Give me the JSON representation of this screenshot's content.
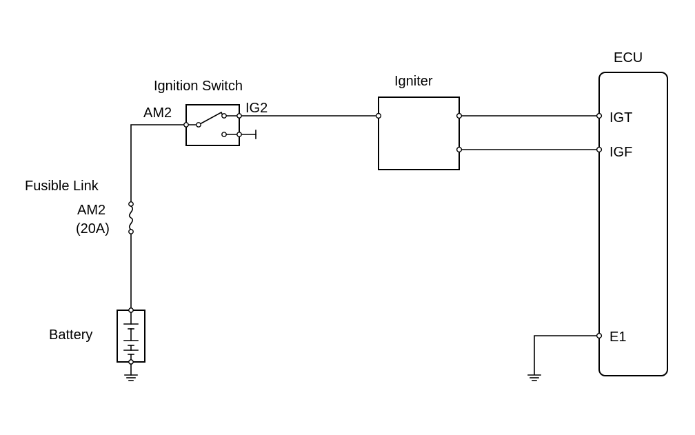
{
  "components": {
    "ignition_switch": {
      "label": "Ignition Switch",
      "left_terminal": "AM2",
      "right_terminal": "IG2"
    },
    "igniter": {
      "label": "Igniter"
    },
    "ecu": {
      "label": "ECU",
      "terminals": [
        "IGT",
        "IGF",
        "E1"
      ]
    },
    "fusible_link": {
      "label": "Fusible Link",
      "name": "AM2",
      "rating": "(20A)"
    },
    "battery": {
      "label": "Battery"
    }
  }
}
